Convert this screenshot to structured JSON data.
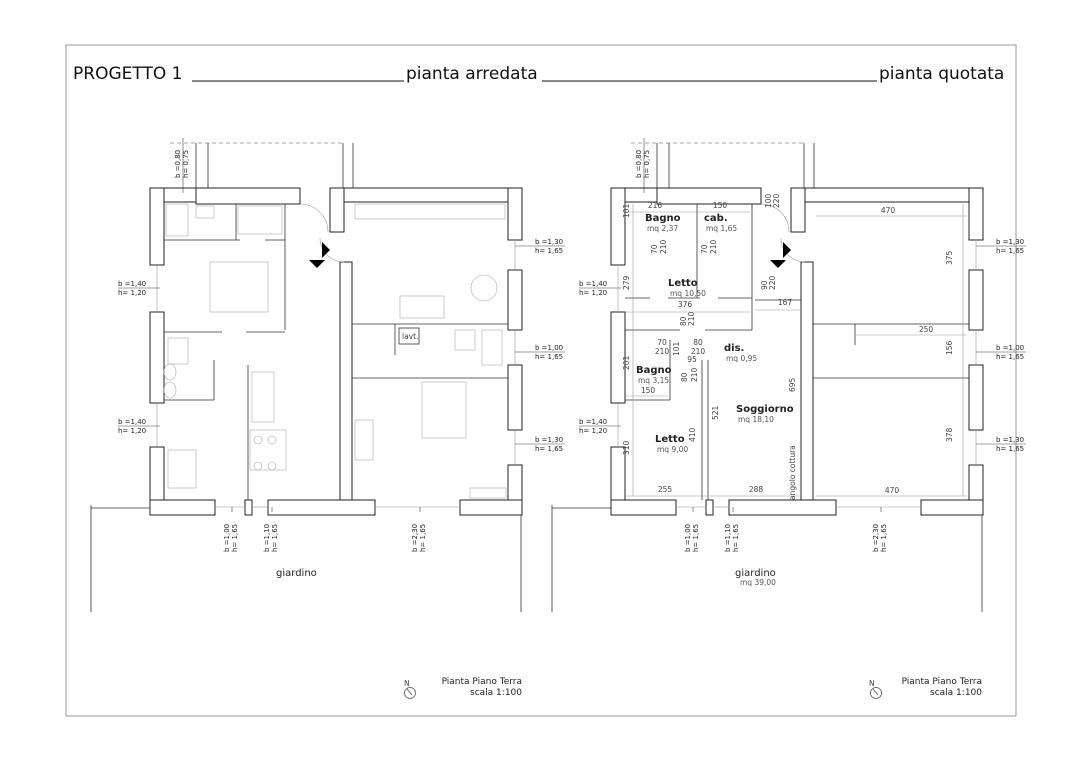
{
  "header": {
    "project": "PROGETTO 1",
    "section1": "pianta arredata",
    "section2": "pianta quotata"
  },
  "windows": [
    {
      "b": "b =0,80",
      "h": "h= 0,75"
    },
    {
      "b": "b =1,40",
      "h": "h= 1,20"
    },
    {
      "b": "b =1,40",
      "h": "h= 1,20"
    },
    {
      "b": "b =1,30",
      "h": "h= 1,65"
    },
    {
      "b": "b =1,00",
      "h": "h= 1,65"
    },
    {
      "b": "b =1,30",
      "h": "h= 1,65"
    },
    {
      "b": "b =1,00",
      "h": "h= 1,65"
    },
    {
      "b": "b =1,10",
      "h": "h= 1,65"
    },
    {
      "b": "b =2,30",
      "h": "h= 1,65"
    }
  ],
  "furnished_plan": {
    "garden": "giardino",
    "laundry": "lavt.",
    "north": "N",
    "title": "Pianta Piano Terra",
    "scale": "scala 1:100"
  },
  "dimensioned_plan": {
    "rooms": [
      {
        "name": "Bagno",
        "area": "mq 2,37"
      },
      {
        "name": "cab.",
        "area": "mq 1,65"
      },
      {
        "name": "Letto",
        "area": "mq 10,50"
      },
      {
        "name": "dis.",
        "area": "mq 0,95"
      },
      {
        "name": "Bagno",
        "area": "mq 3,15"
      },
      {
        "name": "Soggiorno",
        "area": "mq 18,10"
      },
      {
        "name": "Letto",
        "area": "mq 9,00"
      }
    ],
    "dimensions": [
      "216",
      "150",
      "101",
      "70",
      "210",
      "70",
      "210",
      "376",
      "279",
      "100",
      "220",
      "90",
      "220",
      "167",
      "470",
      "375",
      "250",
      "156",
      "378",
      "470",
      "80",
      "210",
      "70",
      "210",
      "101",
      "80",
      "210",
      "95",
      "80",
      "210",
      "150",
      "201",
      "695",
      "521",
      "410",
      "310",
      "255",
      "288",
      "angolo cottura"
    ],
    "garden": "giardino",
    "garden_area": "mq 39,00",
    "north": "N",
    "title": "Pianta Piano Terra",
    "scale": "scala 1:100"
  }
}
